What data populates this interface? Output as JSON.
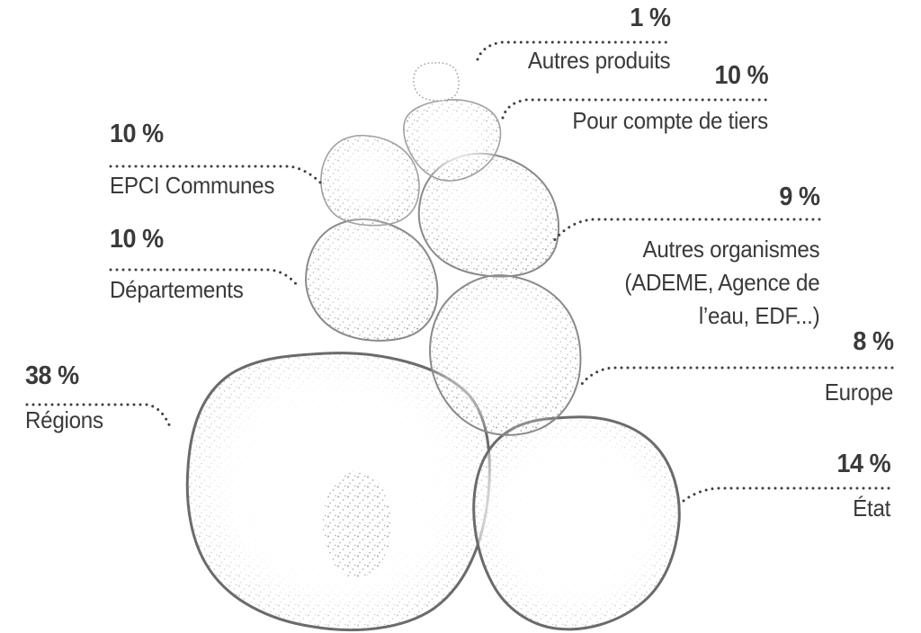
{
  "chart_data": {
    "type": "pie",
    "variant": "hand-drawn proportional bubble cluster with dotted callout leader lines",
    "categories": [
      "Autres produits",
      "Pour compte de tiers",
      "EPCI Communes",
      "Autres organismes (ADEME, Agence de l’eau, EDF...)",
      "Départements",
      "Europe",
      "Régions",
      "État"
    ],
    "values": [
      1,
      10,
      10,
      9,
      10,
      8,
      38,
      14
    ],
    "unit": "%",
    "title": "",
    "legend_position": "callout labels around cluster"
  },
  "callouts": {
    "autres_produits": {
      "pct": "1 %",
      "label": "Autres produits"
    },
    "pour_compte_de_tiers": {
      "pct": "10 %",
      "label": "Pour compte de tiers"
    },
    "epci_communes": {
      "pct": "10 %",
      "label": "EPCI Communes"
    },
    "autres_organismes": {
      "pct": "9 %",
      "label_line1": "Autres organismes",
      "label_line2": "(ADEME, Agence de",
      "label_line3": "l’eau, EDF...)"
    },
    "departements": {
      "pct": "10 %",
      "label": "Départements"
    },
    "europe": {
      "pct": "8 %",
      "label": "Europe"
    },
    "regions": {
      "pct": "38 %",
      "label": "Régions"
    },
    "etat": {
      "pct": "14 %",
      "label": "État"
    }
  },
  "colors": {
    "text": "#3a3a3a",
    "leader_dots": "#3f3f3f",
    "bubble_stroke_large": "#6b6b6b",
    "bubble_stroke_medium": "#8a8a8a",
    "bubble_stroke_small": "#a0a0a0",
    "stipple": "#8a8a8a",
    "background": "#ffffff"
  }
}
